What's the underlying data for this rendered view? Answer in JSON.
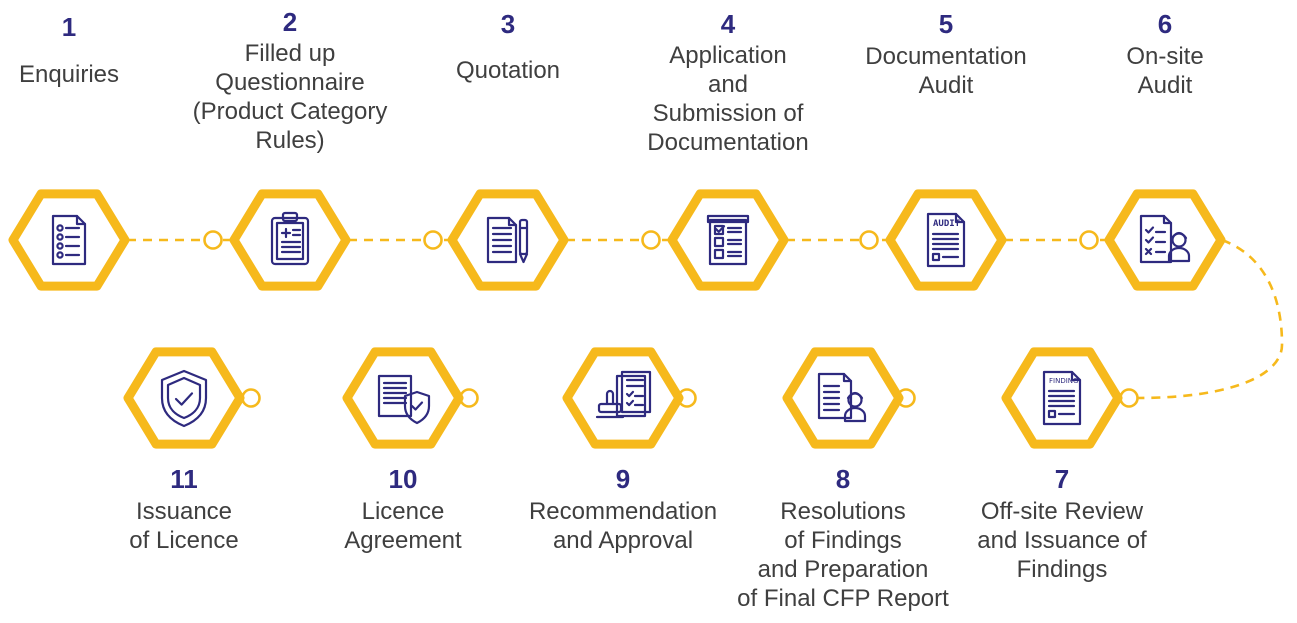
{
  "colors": {
    "accent": "#f6b91c",
    "primary": "#2e2a7f",
    "text": "#3f3f3f"
  },
  "steps": [
    {
      "number": "1",
      "label": "Enquiries",
      "icon": "checklist-icon"
    },
    {
      "number": "2",
      "label": "Filled up\nQuestionnaire\n(Product Category\nRules)",
      "icon": "clipboard-icon"
    },
    {
      "number": "3",
      "label": "Quotation",
      "icon": "document-pen-icon"
    },
    {
      "number": "4",
      "label": "Application\nand\nSubmission of\nDocumentation",
      "icon": "checkbox-form-icon"
    },
    {
      "number": "5",
      "label": "Documentation\nAudit",
      "icon": "audit-document-icon",
      "icon_text": "AUDIT"
    },
    {
      "number": "6",
      "label": "On-site\nAudit",
      "icon": "auditor-checklist-icon"
    },
    {
      "number": "7",
      "label": "Off-site Review\nand Issuance of\nFindings",
      "icon": "finding-document-icon",
      "icon_text": "FINDING"
    },
    {
      "number": "8",
      "label": "Resolutions\nof Findings\nand Preparation\nof Final CFP Report",
      "icon": "report-person-icon"
    },
    {
      "number": "9",
      "label": "Recommendation\nand Approval",
      "icon": "stamp-approval-icon"
    },
    {
      "number": "10",
      "label": "Licence\nAgreement",
      "icon": "agreement-shield-icon"
    },
    {
      "number": "11",
      "label": "Issuance\nof Licence",
      "icon": "shield-check-icon"
    }
  ]
}
